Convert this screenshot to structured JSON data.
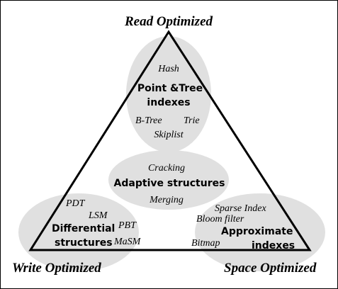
{
  "corners": {
    "top": "Read Optimized",
    "left": "Write Optimized",
    "right": "Space Optimized"
  },
  "clusters": {
    "read": {
      "title_line1": "Point &Tree",
      "title_line2": "indexes",
      "items": [
        "Hash",
        "B-Tree",
        "Trie",
        "Skiplist"
      ]
    },
    "adaptive": {
      "title": "Adaptive structures",
      "items": [
        "Cracking",
        "Merging"
      ]
    },
    "write": {
      "title_line1": "Differential",
      "title_line2": "structures",
      "items": [
        "PDT",
        "LSM",
        "PBT",
        "MaSM"
      ]
    },
    "space": {
      "title_line1": "Approximate",
      "title_line2": "indexes",
      "items": [
        "Sparse Index",
        "Bloom filter",
        "Bitmap"
      ]
    }
  },
  "colors": {
    "ellipse_fill": "#e0e0e0",
    "triangle_stroke": "#000000",
    "text": "#000000"
  }
}
